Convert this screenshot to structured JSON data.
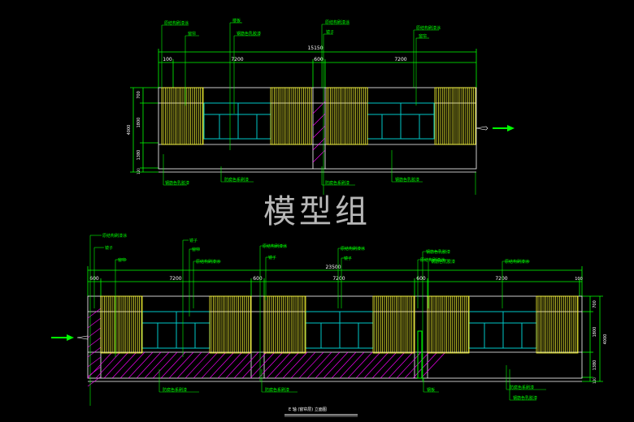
{
  "watermark": "模型组",
  "colors": {
    "green": "#00ff00",
    "yellow": "#ffff33",
    "cyan": "#00c8c8",
    "magenta": "#ff00ff",
    "white": "#ffffff"
  },
  "elev1": {
    "total": "15150",
    "dims": [
      "100",
      "7200",
      "600",
      "7200"
    ],
    "vdims": [
      "700",
      "1800",
      "1380",
      "120",
      "4000"
    ],
    "leaders_top": [
      "原结构刷漆涂",
      "窗帘",
      "楼板",
      "钢筋色乳胶漆",
      "原结构刷漆涂",
      "镜子",
      "原结构刷漆涂",
      "窗帘"
    ],
    "leaders_bottom": [
      "钢筋色乳胶漆",
      "防腐色系刷漆",
      "防腐色系刷漆",
      "钢筋色乳胶漆"
    ]
  },
  "elev2": {
    "total": "23500",
    "dims": [
      "600",
      "7200",
      "600",
      "7200",
      "600",
      "7200",
      "100"
    ],
    "vdims": [
      "700",
      "1800",
      "1380",
      "120",
      "4000"
    ],
    "leaders_top": [
      "原结构刷漆涂",
      "镜子",
      "窗帘",
      "镜子",
      "窗帘",
      "原结构刷漆涂",
      "原结构刷漆涂",
      "镜子",
      "原结构刷漆涂",
      "镜子",
      "钢筋色乳胶漆",
      "原结构刷漆涂",
      "钢筋色乳胶漆",
      "原结构刷漆涂"
    ],
    "leaders_bottom": [
      "防腐色系刷漆",
      "防腐色系刷漆",
      "钢板",
      "防腐色系刷漆",
      "钢筋色乳胶漆"
    ],
    "caption": "E 轴 (窗帘层)  立面图"
  }
}
